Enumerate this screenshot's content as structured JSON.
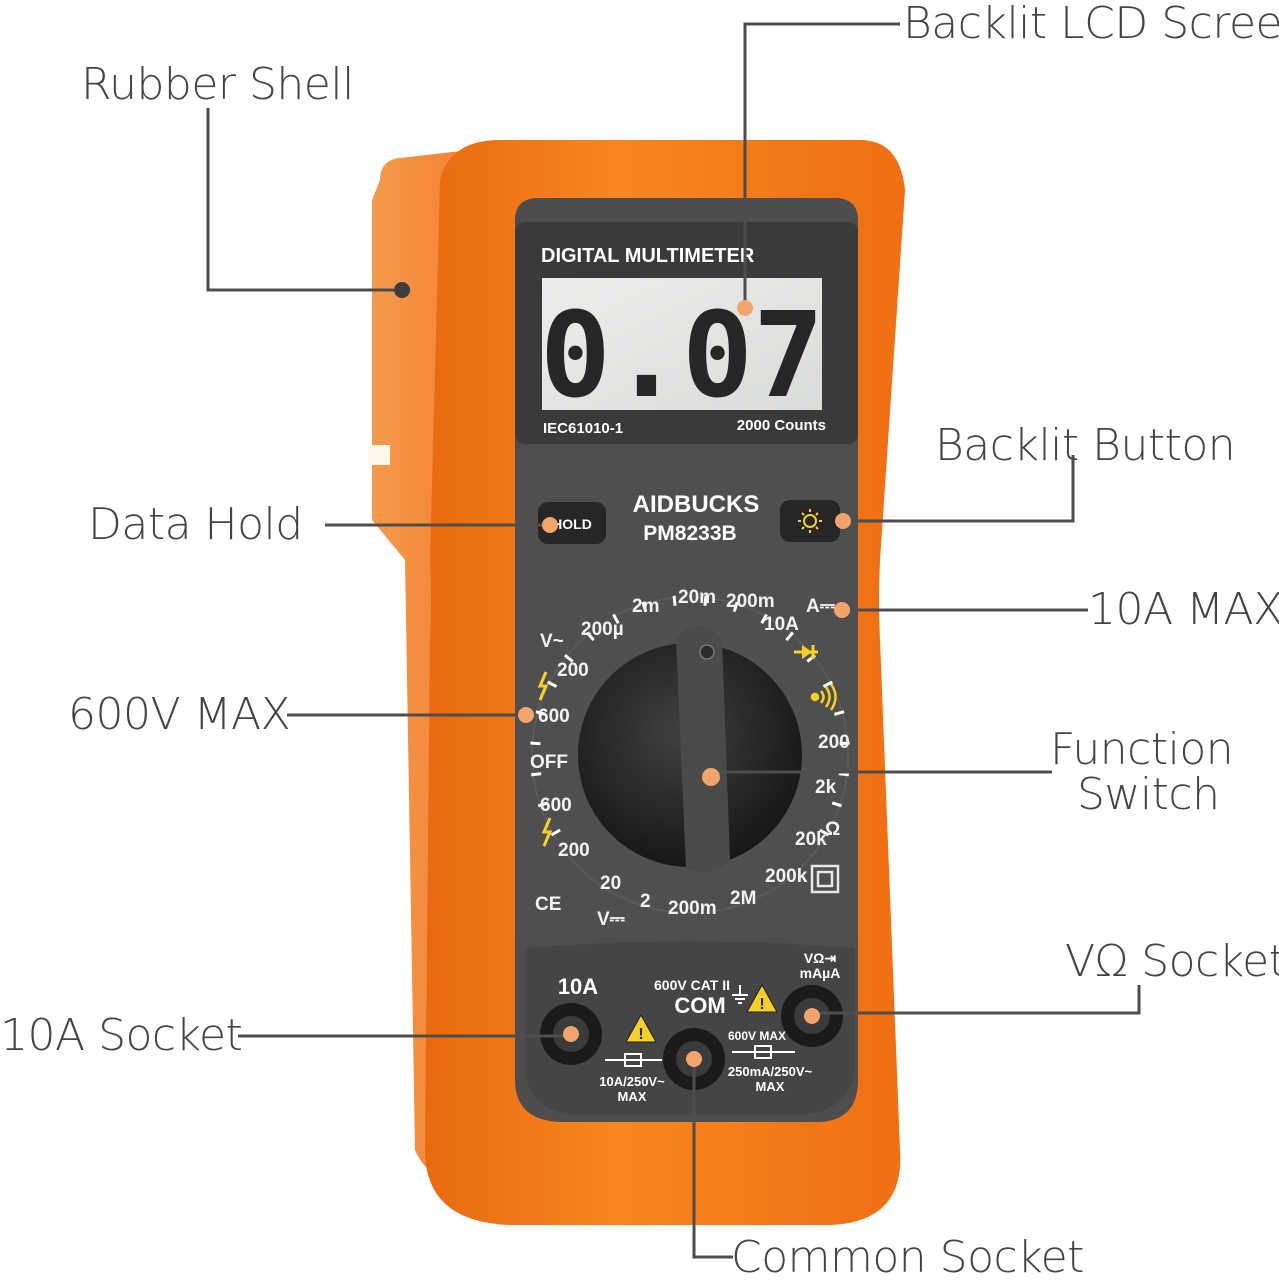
{
  "callouts": {
    "rubber_shell": "Rubber Shell",
    "backlit_lcd_screen": "Backlit LCD Screen",
    "backlit_button": "Backlit Button",
    "data_hold": "Data Hold",
    "ten_a_max": "10A MAX",
    "six_hundred_v_max": "600V MAX",
    "function_switch_line1": "Function",
    "function_switch_line2": "Switch",
    "v_ohm_socket": "VΩ Socket",
    "ten_a_socket": "10A Socket",
    "common_socket": "Common Socket"
  },
  "device": {
    "panel_title": "DIGITAL MULTIMETER",
    "lcd_reading": "0.07",
    "standard": "IEC61010-1",
    "counts": "2000 Counts",
    "brand": "AIDBUCKS",
    "model": "PM8233B",
    "hold_button": "HOLD",
    "backlight_button_icon": "sun-icon",
    "dial": {
      "dc_amp": "A⎓",
      "ac_volt": "V~",
      "dc_volt": "V⎓",
      "ohm": "Ω",
      "off": "OFF",
      "r_200u": "200µ",
      "r_2m": "2m",
      "r_20m": "20m",
      "r_200m": "200m",
      "r_10a": "10A",
      "r_ac200": "200",
      "r_ac600": "600",
      "r_dc600": "600",
      "r_dc200": "200",
      "r_dc20": "20",
      "r_dc2": "2",
      "r_dc200m": "200m",
      "r_2M": "2M",
      "r_200k": "200k",
      "r_20k": "20k",
      "r_2k": "2k",
      "r_200": "200",
      "ce_mark": "CE"
    },
    "sockets": {
      "ten_a": "10A",
      "cat": "600V CAT II",
      "com": "COM",
      "vohm": "VΩ⇥",
      "mamp": "mAµA",
      "fuse_left_1": "10A/250V~",
      "fuse_left_2": "MAX",
      "fuse_right_top": "600V MAX",
      "fuse_right_1": "250mA/250V~",
      "fuse_right_2": "MAX"
    }
  },
  "colors": {
    "orange": "#f47c1c",
    "dark_grey": "#4a4a4a",
    "lcd": "#e4e6e3",
    "dot": "#f2a46a"
  }
}
